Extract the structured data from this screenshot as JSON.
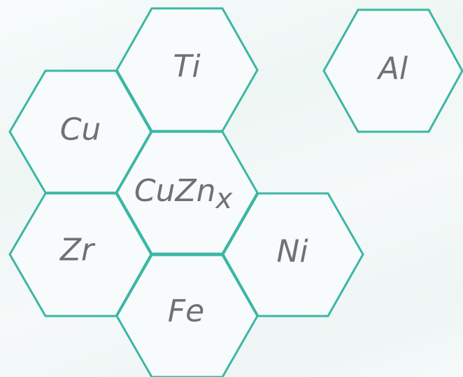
{
  "diagram": {
    "stroke_color": "#3bb7a4",
    "text_color": "#6e7272",
    "cells": [
      {
        "id": "ti",
        "label": "Ti",
        "sub": ""
      },
      {
        "id": "cu",
        "label": "Cu",
        "sub": ""
      },
      {
        "id": "cuznx",
        "label": "CuZn",
        "sub": "x"
      },
      {
        "id": "zr",
        "label": "Zr",
        "sub": ""
      },
      {
        "id": "ni",
        "label": "Ni",
        "sub": ""
      },
      {
        "id": "fe",
        "label": "Fe",
        "sub": ""
      },
      {
        "id": "al",
        "label": "Al",
        "sub": ""
      }
    ]
  }
}
